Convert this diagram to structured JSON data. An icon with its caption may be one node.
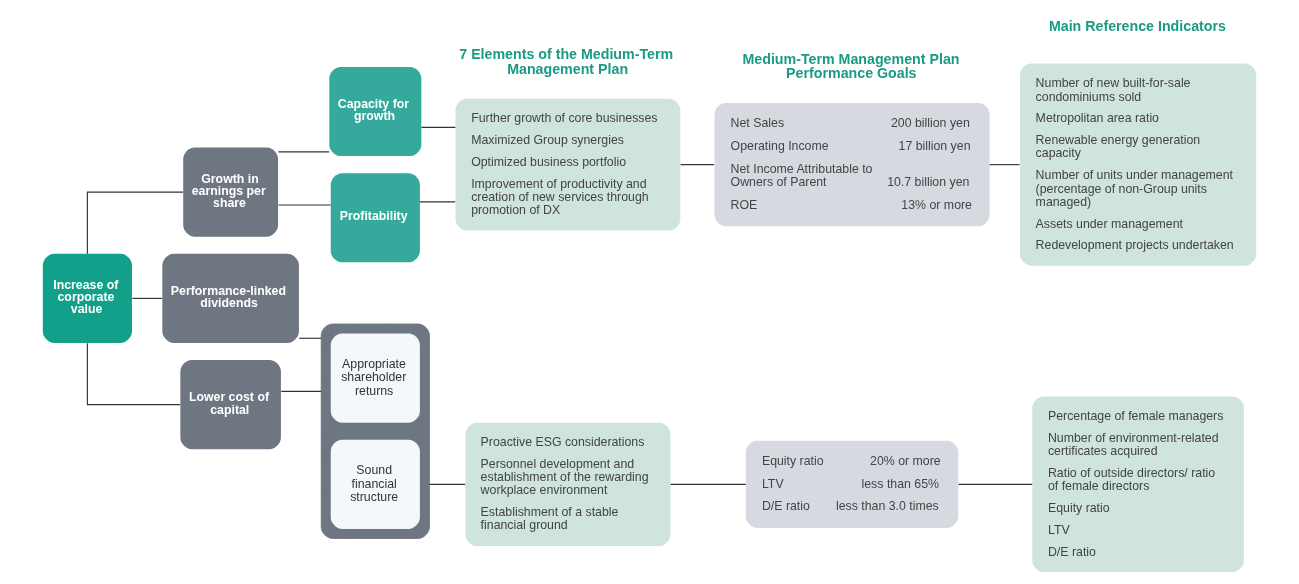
{
  "diagram": {
    "nodes": [
      {
        "text": [
          "Increase of corporate value"
        ]
      },
      {
        "text": [
          "Growth in earnings per share"
        ]
      },
      {
        "text": [
          "Performance-linked dividends"
        ]
      },
      {
        "text": [
          "Lower cost of capital"
        ]
      },
      {
        "text": [
          "Capacity for growth"
        ]
      },
      {
        "text": [
          "Profitability"
        ]
      },
      {
        "text": [],
        "shape": "box"
      },
      {
        "text": [
          "Appropriate shareholder returns"
        ],
        "in": 6
      },
      {
        "text": [
          "Sound financial structure"
        ],
        "in": 6
      },
      {
        "text": [
          "Further growth of core businesses",
          "Maximized Group synergies",
          "Optimized business portfolio",
          "Improvement of productivity and creation of new services through promotion of DX"
        ]
      },
      {
        "text": [
          "Net Sales",
          "200 billion yen",
          "Operating Income",
          "17 billion yen",
          "Net Income Attributable to Owners of Parent",
          "10.7 billion yen",
          "ROE",
          "13% or more"
        ]
      },
      {
        "text": [
          "Number of new built-for-sale condominiums sold",
          "Metropolitan area ratio",
          "Renewable energy generation capacity",
          "Number of units under management (percentage of non-Group units managed)",
          "Assets under management",
          "Redevelopment projects undertaken"
        ]
      },
      {
        "text": [
          "Proactive ESG considerations",
          "Personnel development and establishment of the rewarding workplace environment",
          "Establishment of a stable financial ground"
        ]
      },
      {
        "text": [
          "Equity ratio",
          "20% or more",
          "LTV",
          "less than 65%",
          "D/E ratio",
          "less than 3.0 times"
        ]
      },
      {
        "text": [
          "Percentage of female managers",
          "Number of environment-related certificates acquired",
          "Ratio of outside directors/ ratio of female directors",
          "Equity ratio",
          "LTV",
          "D/E ratio"
        ]
      }
    ],
    "edges": [
      {
        "from": 0,
        "to": 1,
        "arrow": "none"
      },
      {
        "from": 0,
        "to": 2,
        "arrow": "none"
      },
      {
        "from": 0,
        "to": 3,
        "arrow": "none"
      },
      {
        "from": 1,
        "to": 4,
        "arrow": "none"
      },
      {
        "from": 1,
        "to": 5,
        "arrow": "none"
      },
      {
        "from": 2,
        "to": 6,
        "arrow": "none"
      },
      {
        "from": 3,
        "to": 6,
        "arrow": "none"
      },
      {
        "from": 4,
        "to": 9,
        "arrow": "none"
      },
      {
        "from": 5,
        "to": 9,
        "arrow": "none"
      },
      {
        "from": 9,
        "to": 10,
        "arrow": "none"
      },
      {
        "from": 10,
        "to": 11,
        "arrow": "none"
      },
      {
        "from": 6,
        "to": 12,
        "arrow": "none"
      },
      {
        "from": 12,
        "to": 13,
        "arrow": "none"
      },
      {
        "from": 13,
        "to": 14,
        "arrow": "none"
      }
    ],
    "labels": [
      "7 Elements of the Medium-Term Management Plan",
      "Medium-Term Management Plan Performance Goals",
      "Main Reference Indicators"
    ]
  }
}
